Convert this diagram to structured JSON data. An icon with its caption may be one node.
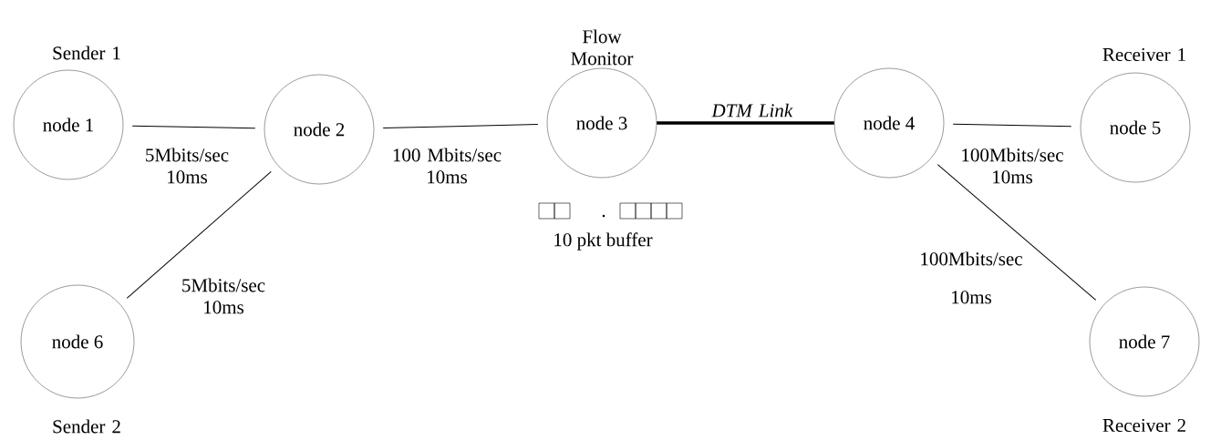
{
  "diagram": {
    "nodes": [
      {
        "text": [
          "node 1"
        ],
        "beside": [
          "Sender 1"
        ]
      },
      {
        "text": [
          "node 2"
        ]
      },
      {
        "text": [
          "node 3"
        ],
        "beside": [
          "Flow Monitor"
        ]
      },
      {
        "text": [
          "node 4"
        ]
      },
      {
        "text": [
          "node 5"
        ],
        "beside": [
          "Receiver 1"
        ]
      },
      {
        "text": [
          "node 6"
        ],
        "beside": [
          "Sender 2"
        ]
      },
      {
        "text": [
          "node 7"
        ],
        "beside": [
          "Receiver 2"
        ]
      }
    ],
    "edges": [
      {
        "from": 0,
        "to": 1,
        "arrow": "none",
        "label": "5Mbits/sec 10ms"
      },
      {
        "from": 1,
        "to": 2,
        "arrow": "none",
        "label": "100 Mbits/sec 10ms"
      },
      {
        "from": 2,
        "to": 3,
        "arrow": "none",
        "label": "*DTM Link*",
        "style": "thick"
      },
      {
        "from": 3,
        "to": 4,
        "arrow": "none",
        "label": "100Mbits/sec 10ms"
      },
      {
        "from": 1,
        "to": 5,
        "arrow": "none",
        "label": "5Mbits/sec 10ms"
      },
      {
        "from": 3,
        "to": 6,
        "arrow": "none",
        "label": "100Mbits/sec 10ms"
      }
    ],
    "labels": [
      "10 pkt buffer"
    ]
  }
}
